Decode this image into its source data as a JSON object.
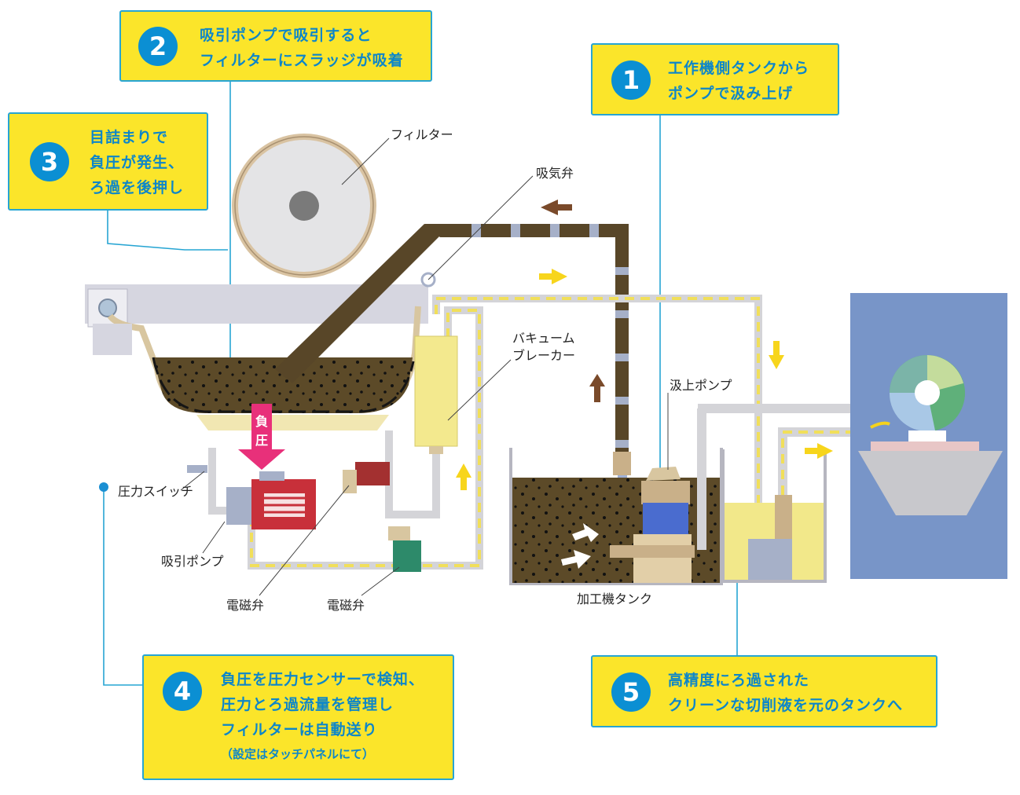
{
  "callouts": [
    {
      "number": "1",
      "lines": [
        "工作機側タンクから",
        "ポンプで汲み上げ"
      ]
    },
    {
      "number": "2",
      "lines": [
        "吸引ポンプで吸引すると",
        "フィルターにスラッジが吸着"
      ]
    },
    {
      "number": "3",
      "lines": [
        "目詰まりで",
        "負圧が発生、",
        "ろ過を後押し"
      ]
    },
    {
      "number": "4",
      "lines": [
        "負圧を圧力センサーで検知、",
        "圧力とろ過流量を管理し",
        "フィルターは自動送り"
      ],
      "note": "（設定はタッチパネルにて）"
    },
    {
      "number": "5",
      "lines": [
        "高精度にろ過された",
        "クリーンな切削液を元のタンクへ"
      ]
    }
  ],
  "labels": {
    "filter": "フィルター",
    "intake_valve": "吸気弁",
    "vacuum_breaker": [
      "バキューム",
      "ブレーカー"
    ],
    "lift_pump": "汲上ポンプ",
    "pressure_switch": "圧力スイッチ",
    "suction_pump": "吸引ポンプ",
    "solenoid_valve_1": "電磁弁",
    "solenoid_valve_2": "電磁弁",
    "machine_tank": "加工機タンク"
  },
  "negative_pressure": [
    "負",
    "圧"
  ],
  "colors": {
    "callout_fill": "#fbe52a",
    "callout_border": "#27a5d3",
    "badge": "#0b8fd3",
    "callout_text": "#0d86c9",
    "dirty_coolant": "#5c4a28",
    "clean_coolant": "#f2e88a",
    "flow_arrow_dirty": "#7a4a2a",
    "flow_arrow_clean": "#f7d51c",
    "negative_pressure_arrow": "#e8307a",
    "machine_bg": "#7895c8"
  }
}
